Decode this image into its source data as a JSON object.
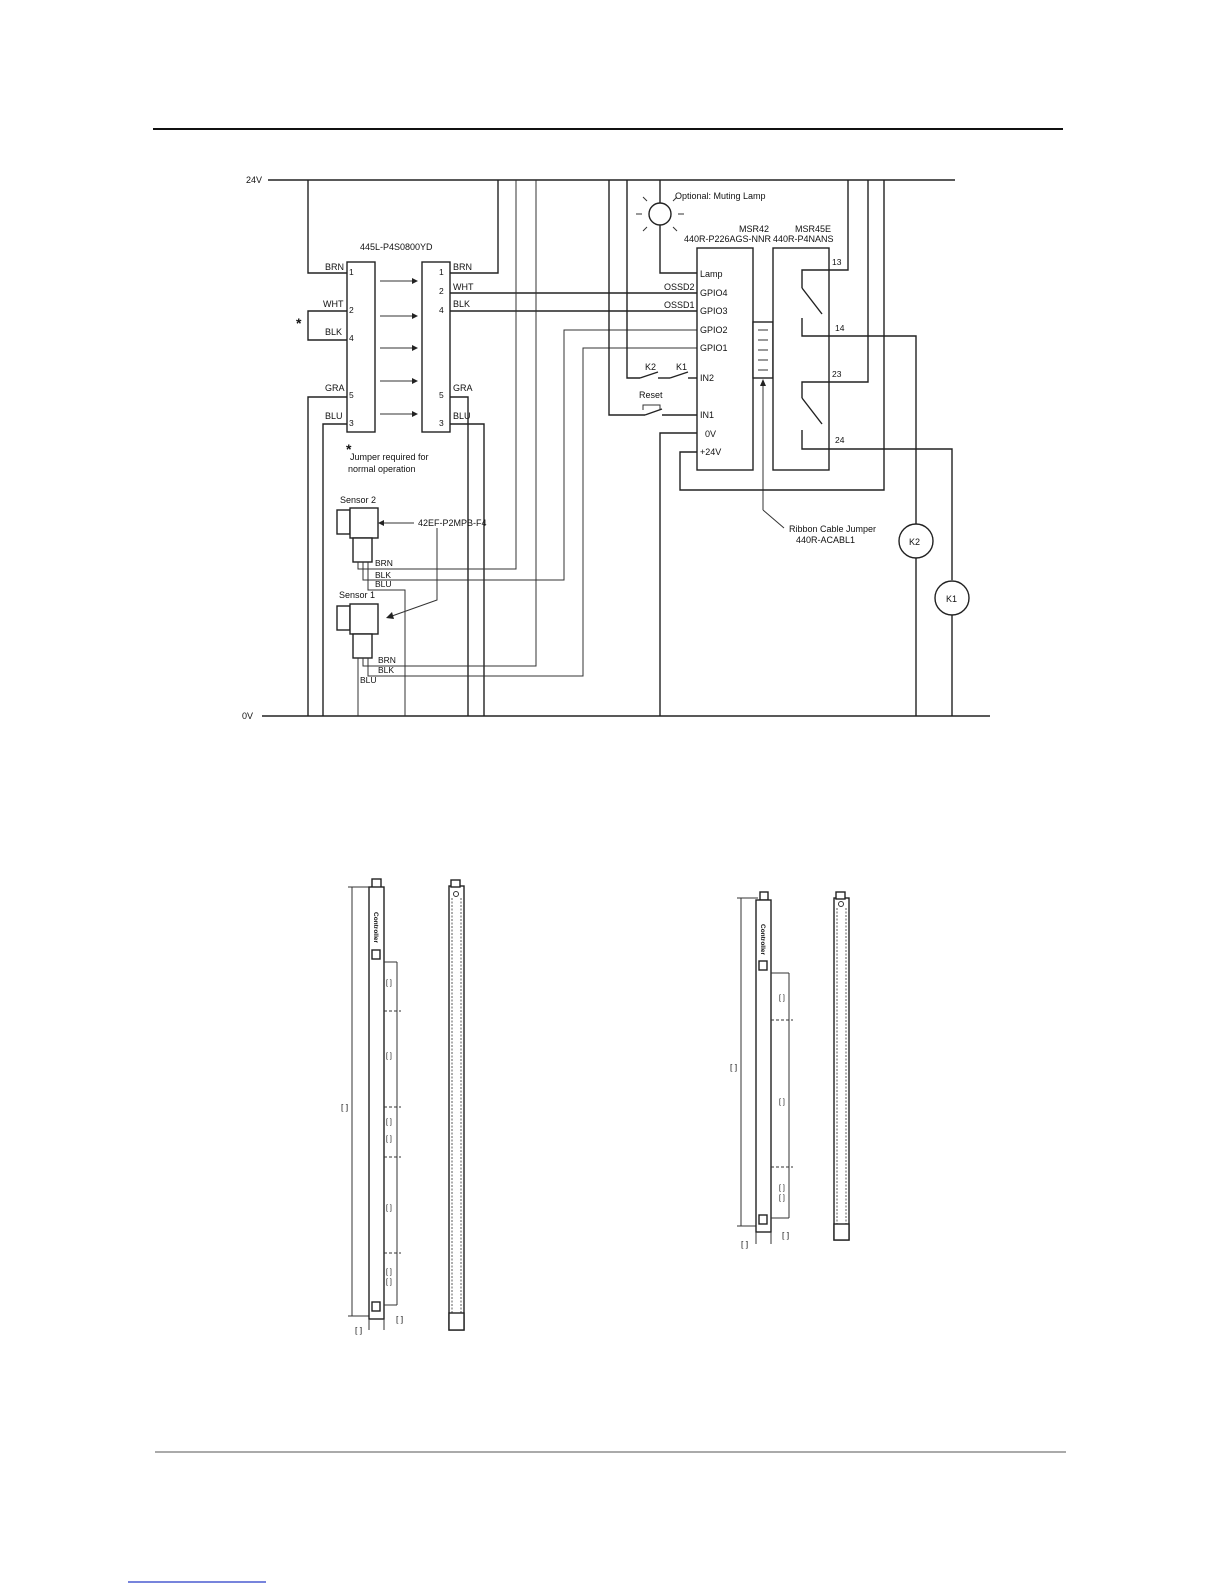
{
  "rails": {
    "supply": "24V",
    "ground": "0V"
  },
  "light_curtain": {
    "model": "445L-P4S0800YD",
    "tx_pins": [
      {
        "wire": "BRN",
        "pin": "1"
      },
      {
        "wire": "WHT",
        "pin": "2"
      },
      {
        "wire": "BLK",
        "pin": "4"
      },
      {
        "wire": "GRA",
        "pin": "5"
      },
      {
        "wire": "BLU",
        "pin": "3"
      }
    ],
    "rx_pins": [
      {
        "pin": "1",
        "wire": "BRN"
      },
      {
        "pin": "2",
        "wire": "WHT"
      },
      {
        "pin": "4",
        "wire": "BLK"
      },
      {
        "pin": "5",
        "wire": "GRA"
      },
      {
        "pin": "3",
        "wire": "BLU"
      }
    ],
    "jumper_mark": "*",
    "jumper_note_line1": "Jumper required for",
    "jumper_note_line2": "normal operation"
  },
  "muting_lamp": {
    "label": "Optional: Muting Lamp"
  },
  "msr42": {
    "name": "MSR42",
    "catalog": "440R-P226AGS-NNR",
    "terminals": [
      "Lamp",
      "GPIO4",
      "GPIO3",
      "GPIO2",
      "GPIO1",
      "IN2",
      "IN1",
      "0V",
      "+24V"
    ],
    "ossd2": "OSSD2",
    "ossd1": "OSSD1"
  },
  "msr45e": {
    "name": "MSR45E",
    "catalog": "440R-P4NANS",
    "terminals": [
      "13",
      "14",
      "23",
      "24"
    ]
  },
  "contacts": {
    "k2": "K2",
    "k1": "K1",
    "reset": "Reset"
  },
  "coils": {
    "k2": "K2",
    "k1": "K1"
  },
  "ribbon": {
    "line1": "Ribbon Cable Jumper",
    "line2": "440R-ACABL1"
  },
  "sensors": {
    "sensor2": "Sensor 2",
    "sensor1": "Sensor 1",
    "model": "42EF-P2MPB-F4",
    "wires": [
      "BRN",
      "BLK",
      "BLU"
    ]
  },
  "drawing_labels": {
    "controller_text": "Controller"
  }
}
